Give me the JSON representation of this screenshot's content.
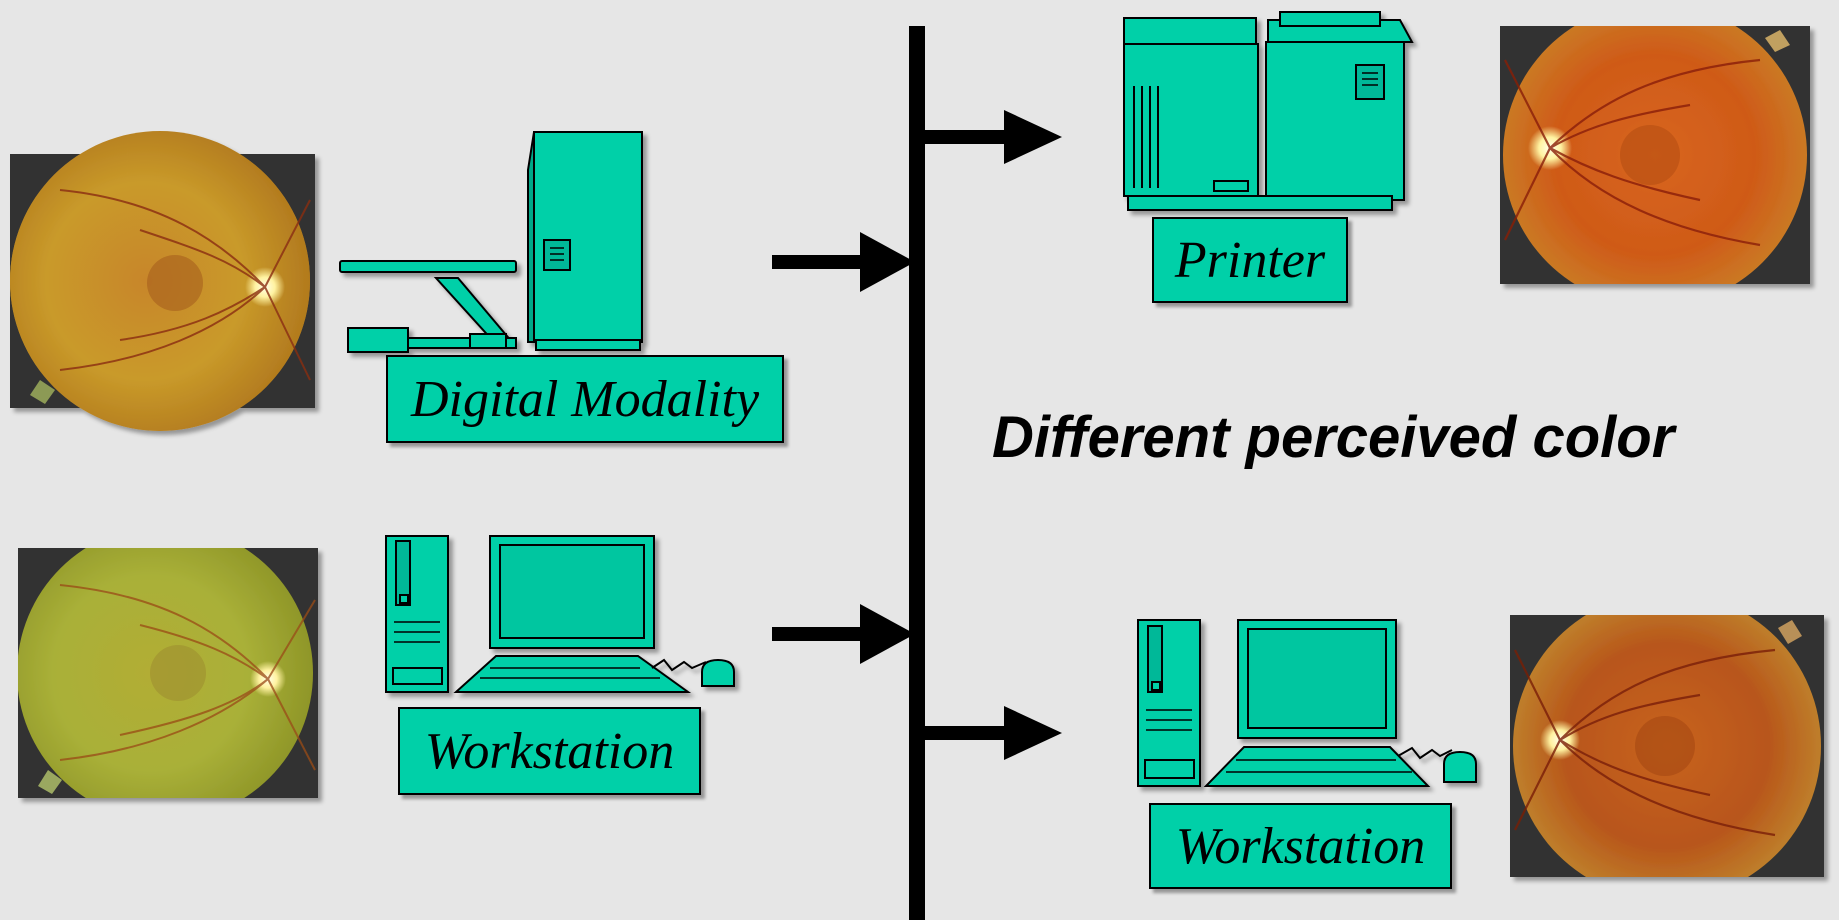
{
  "labels": {
    "digital_modality": "Digital Modality",
    "workstation_left": "Workstation",
    "printer": "Printer",
    "workstation_right": "Workstation"
  },
  "headline": "Different perceived color",
  "colors": {
    "device": "#00d0a8",
    "device_dark": "#00a888",
    "bus": "#000000",
    "background": "#e6e6e6"
  },
  "icons": {
    "retina_images": [
      "retina-image-modality",
      "retina-image-workstation-left",
      "retina-image-printer",
      "retina-image-workstation-right"
    ]
  }
}
